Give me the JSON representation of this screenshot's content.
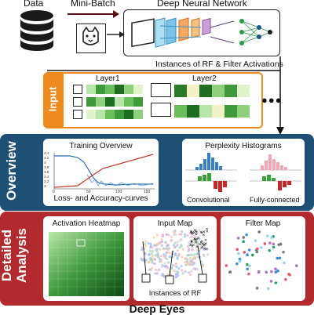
{
  "top": {
    "data_label": "Data",
    "minibatch_label": "Mini-Batch",
    "dnn_label": "Deep Neural Network",
    "instances_label": "Instances of RF & Filter Activations"
  },
  "input_panel": {
    "side_label": "Input",
    "layer1_label": "Layer1",
    "layer2_label": "Layer2",
    "ellipsis": "●●●"
  },
  "overview": {
    "side_label": "Overview",
    "training": {
      "title": "Training Overview",
      "caption": "Loss- and Accuracy-curves",
      "y_ticks": [
        "4.4",
        "4.2",
        "4",
        "3.8",
        "3.6",
        "3.4",
        "3.2",
        "3"
      ],
      "x_ticks": [
        "0",
        "50",
        "100",
        "150"
      ]
    },
    "perplexity": {
      "title": "Perplexity Histograms",
      "conv_label": "Convolutional",
      "fc_label": "Fully-connected"
    }
  },
  "detailed": {
    "side_label_1": "Detailed",
    "side_label_2": "Analysis",
    "heatmap_title": "Activation Heatmap",
    "input_map_title": "Input Map",
    "input_map_caption": "Instances of RF",
    "filter_map_title": "Filter Map"
  },
  "footer": {
    "title": "Deep Eyes"
  },
  "colors": {
    "overview_bg": "#1e4f74",
    "detail_bg": "#b02a2e",
    "input_orange": "#ef8a1f",
    "loss_blue": "#2b72b8",
    "acc_red": "#c0392b",
    "green": "#3aa23a",
    "pink": "#f2a6b5"
  }
}
